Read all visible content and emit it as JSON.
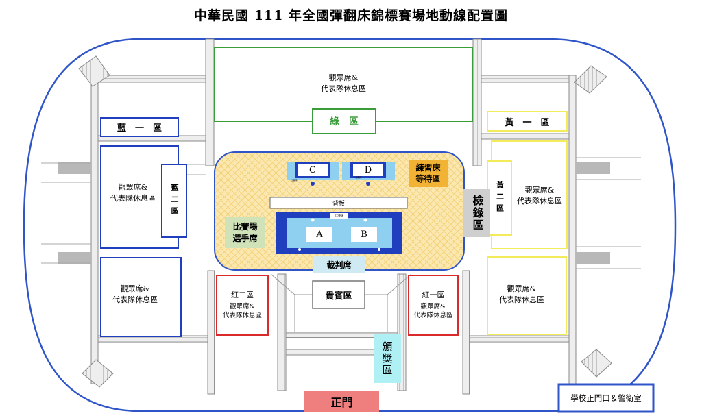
{
  "title": "中華民國 111 年全國彈翻床錦標賽場地動線配置圖",
  "zones": {
    "green_seating": "觀眾席&\n代表隊休息區",
    "green_label": "綠　區",
    "blue_one_label": "藍　一　區",
    "blue_one_seating": "觀眾席&\n代表隊休息區",
    "blue_two_label": "藍二區",
    "blue_lower_seating": "觀眾席&\n代表隊休息區",
    "yellow_one_label": "黃　一　區",
    "yellow_two_label": "黃二區",
    "yellow_upper_seating": "觀眾席&\n代表隊休息區",
    "yellow_lower_seating": "觀眾席&\n代表隊休息區",
    "red_two_title": "紅二區",
    "red_two_seating": "觀眾席&\n代表隊休息區",
    "red_one_title": "紅一區",
    "red_one_seating": "觀眾席&\n代表隊休息區"
  },
  "arena": {
    "practice_beds": "練習床\n等待區",
    "backboard": "背板",
    "athlete_seats": "比賽場\n選手席",
    "judges": "裁判席",
    "trampolines": [
      "A",
      "B",
      "C",
      "D"
    ],
    "mini_label_c": "比賽床",
    "mini_label_d": "比賽床",
    "mini_label_ab": "比賽床"
  },
  "facilities": {
    "check_in": "檢錄區",
    "vip": "貴賓區",
    "awards": "頒獎區",
    "main_gate": "正門",
    "school_gate": "學校正門口＆警衛室"
  },
  "colors": {
    "outline_blue": "#2f55c8",
    "green": "#3a9d3a",
    "blue": "#1f3fbf",
    "yellow": "#f2ec5a",
    "red": "#d92b2b",
    "arena_fill": "#fbe7b0",
    "practice_fill": "#f2b233",
    "athlete_fill": "#cfe2b8",
    "judges_fill": "#cfeaf2",
    "checkin_fill": "#cfcfcf",
    "awards_fill": "#aef0f4",
    "gate_fill": "#ef7f7f"
  }
}
